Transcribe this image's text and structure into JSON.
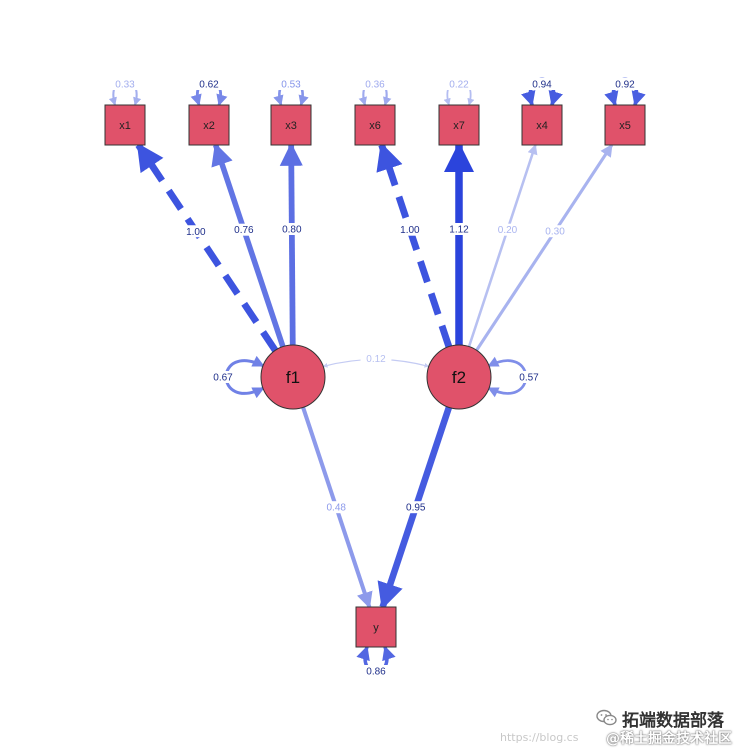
{
  "diagram": {
    "latent_nodes": [
      {
        "id": "f1",
        "label": "f1"
      },
      {
        "id": "f2",
        "label": "f2"
      }
    ],
    "observed_nodes": [
      {
        "id": "x1",
        "label": "x1"
      },
      {
        "id": "x2",
        "label": "x2"
      },
      {
        "id": "x3",
        "label": "x3"
      },
      {
        "id": "x6",
        "label": "x6"
      },
      {
        "id": "x7",
        "label": "x7"
      },
      {
        "id": "x4",
        "label": "x4"
      },
      {
        "id": "x5",
        "label": "x5"
      },
      {
        "id": "y",
        "label": "y"
      }
    ],
    "loadings": [
      {
        "from": "f1",
        "to": "x1",
        "value": "1.00",
        "fixed": true
      },
      {
        "from": "f1",
        "to": "x2",
        "value": "0.76",
        "fixed": false
      },
      {
        "from": "f1",
        "to": "x3",
        "value": "0.80",
        "fixed": false
      },
      {
        "from": "f2",
        "to": "x6",
        "value": "1.00",
        "fixed": true
      },
      {
        "from": "f2",
        "to": "x7",
        "value": "1.12",
        "fixed": false
      },
      {
        "from": "f2",
        "to": "x4",
        "value": "0.20",
        "fixed": false
      },
      {
        "from": "f2",
        "to": "x5",
        "value": "0.30",
        "fixed": false
      }
    ],
    "regressions": [
      {
        "from": "f1",
        "to": "y",
        "value": "0.48"
      },
      {
        "from": "f2",
        "to": "y",
        "value": "0.95"
      }
    ],
    "covariance": {
      "between": [
        "f1",
        "f2"
      ],
      "value": "0.12"
    },
    "variances": [
      {
        "node": "x1",
        "value": "0.33"
      },
      {
        "node": "x2",
        "value": "0.62"
      },
      {
        "node": "x3",
        "value": "0.53"
      },
      {
        "node": "x6",
        "value": "0.36"
      },
      {
        "node": "x7",
        "value": "0.22"
      },
      {
        "node": "x4",
        "value": "0.94"
      },
      {
        "node": "x5",
        "value": "0.92"
      },
      {
        "node": "f1",
        "value": "0.67"
      },
      {
        "node": "f2",
        "value": "0.57"
      },
      {
        "node": "y",
        "value": "0.86"
      }
    ],
    "colors": {
      "node_fill": "#e0526a",
      "edge_strong": "#2b44dc",
      "edge_light": "#d6dbf6"
    }
  },
  "watermark": {
    "main": "拓端数据部落",
    "url": "https://blog.cs",
    "juejin": "@稀土掘金技术社区",
    "icon": "wechat-icon"
  }
}
